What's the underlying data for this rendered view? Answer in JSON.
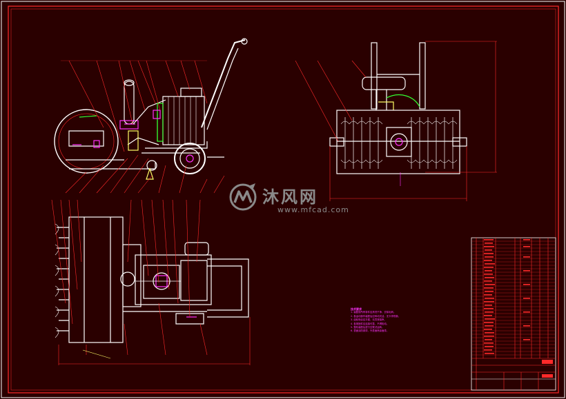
{
  "drawing": {
    "background": "#2a0000",
    "border_color": "#ffffff",
    "frame_color": "#ff2a2a",
    "line_white": "#ffffff",
    "line_red": "#ff2a2a",
    "line_green": "#33ff33",
    "line_magenta": "#ff33ff",
    "line_yellow": "#ffff66"
  },
  "watermark": {
    "name_cn": "沐风网",
    "url": "www.mfcad.com",
    "logo_icon": "mf-logo-icon",
    "color": "#8a8a8a"
  },
  "notes": {
    "title": "技术要求",
    "lines": [
      "1. 装配前所有零件应清洗干净，去除毛刺。",
      "2. 各运动部件装配后应转动灵活，无卡滞现象。",
      "3. 齿轮啮合应平稳，无异常噪声。",
      "4. 各紧固件应连接可靠，不得松动。",
      "5. 整机装配后进行空载试运转。",
      "6. 表面涂防锈漆，外表面喷涂面漆。"
    ]
  }
}
